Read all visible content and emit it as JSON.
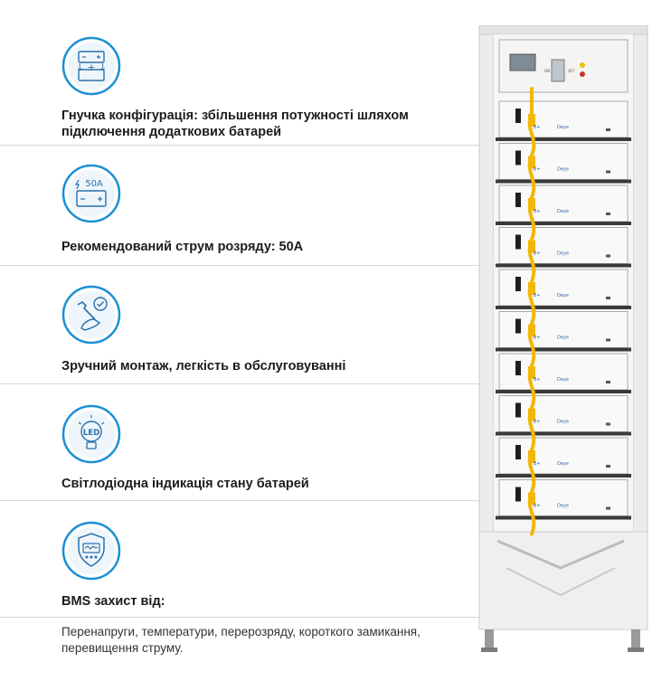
{
  "features": [
    {
      "title": "Гнучка конфігурація: збільшення потужності шляхом підключення додаткових батарей",
      "icon": "battery-config-icon"
    },
    {
      "title": "Рекомендований струм розряду: 50A",
      "icon": "battery-current-icon",
      "icon_label": "50A"
    },
    {
      "title": "Зручний монтаж, легкість в обслуговуванні",
      "icon": "wrench-check-icon"
    },
    {
      "title": "Світлодіодна індикація стану батарей",
      "icon": "led-bulb-icon",
      "icon_label": "LED"
    },
    {
      "title": "BMS захист від:",
      "icon": "bms-shield-icon"
    }
  ],
  "bms_description": "Перенапруги, температури, перерозряду, короткого замикання, перевищення струму.",
  "rack": {
    "module_brand": "Deye",
    "module_polarity": "B+",
    "module_count": 10,
    "controller_labels": [
      "ON",
      "OFF"
    ]
  },
  "colors": {
    "icon_blue": "#1a8fd6",
    "icon_stroke": "#2c6fa8",
    "cable_yellow": "#f2b705",
    "rack_gray": "#e8e8e8"
  }
}
